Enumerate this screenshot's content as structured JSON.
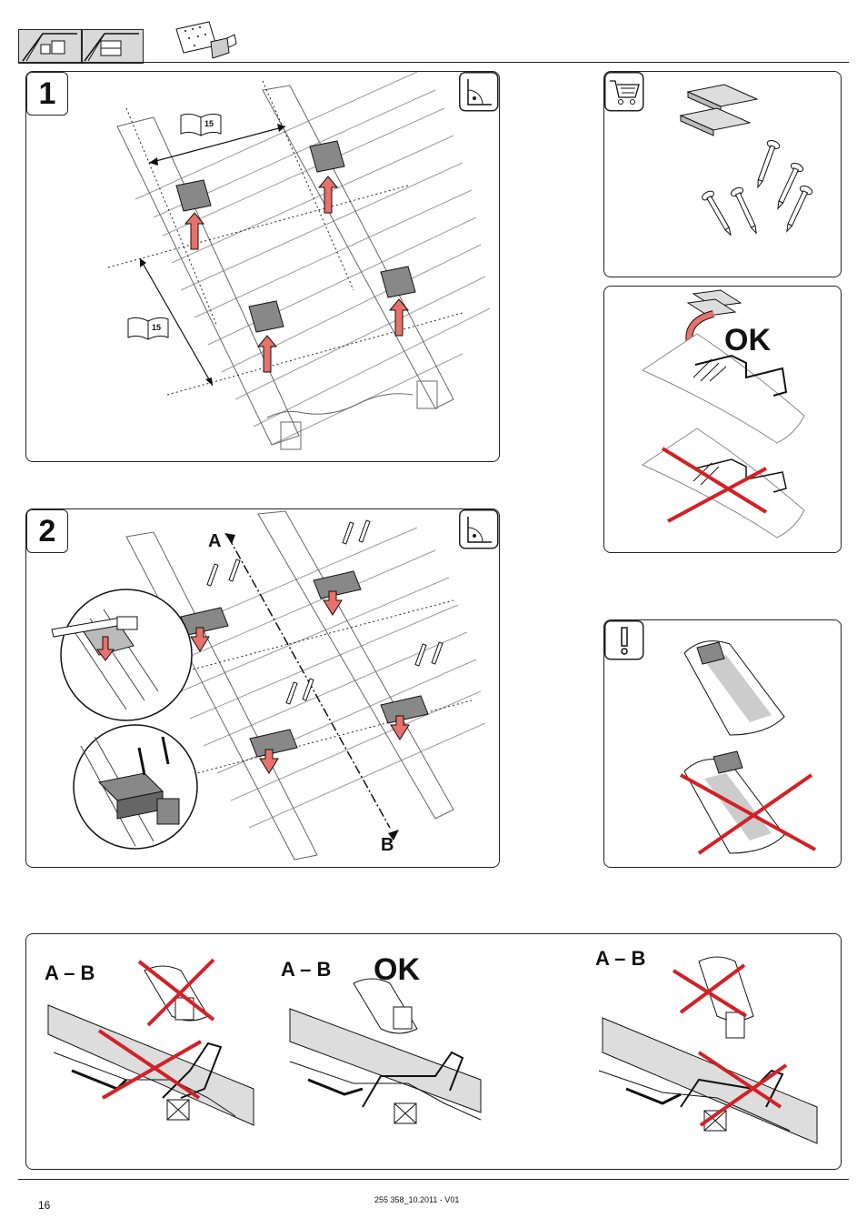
{
  "header": {
    "roof_icon_left": "roof-window-icon",
    "roof_icon_right": "roof-skylight-icon",
    "bracket_icon": "roof-hook-bracket-icon"
  },
  "steps": [
    {
      "number": "1",
      "book_page_top": "15",
      "book_page_left": "15"
    },
    {
      "number": "2",
      "label_a": "A",
      "label_b": "B"
    }
  ],
  "parts_panel": {
    "cart_icon": "shopping-cart-icon"
  },
  "ok_panel": {
    "ok_label": "OK"
  },
  "warning_panel": {
    "warning_icon": "exclamation-icon"
  },
  "section_ab": {
    "label_1": "A – B",
    "label_2": "A – B",
    "ok_label": "OK",
    "label_3": "A – B"
  },
  "footer": {
    "page_number": "16",
    "doc_ref": "255 358_10.2011 - V01"
  },
  "colors": {
    "arrow": "#e8716a",
    "cross": "#d42027",
    "tile_dark": "#888888"
  }
}
